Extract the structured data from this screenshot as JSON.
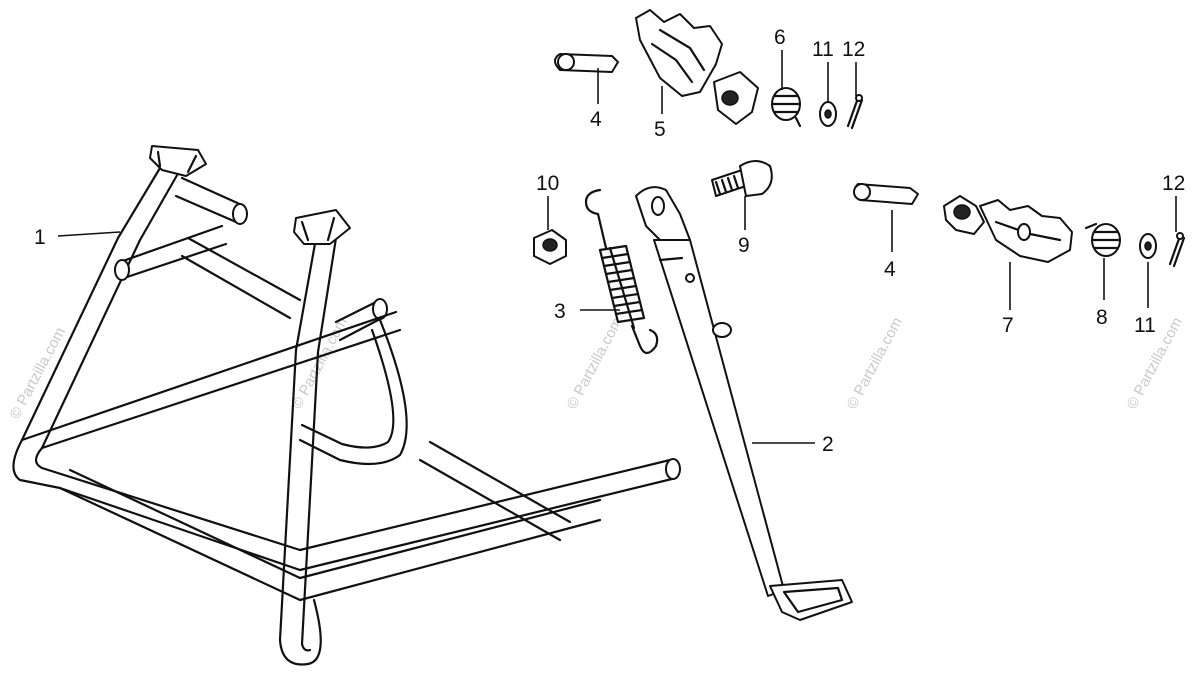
{
  "watermark": "© Partzilla.com",
  "callouts": {
    "c1": "1",
    "c2": "2",
    "c3": "3",
    "c4a": "4",
    "c4b": "4",
    "c5": "5",
    "c6": "6",
    "c7": "7",
    "c8": "8",
    "c9": "9",
    "c10": "10",
    "c11a": "11",
    "c11b": "11",
    "c12a": "12",
    "c12b": "12"
  },
  "parts": [
    {
      "ref": "1",
      "name": "main-stand"
    },
    {
      "ref": "2",
      "name": "side-stand"
    },
    {
      "ref": "3",
      "name": "stand-spring"
    },
    {
      "ref": "4",
      "name": "footpeg-pin"
    },
    {
      "ref": "5",
      "name": "right-footpeg"
    },
    {
      "ref": "6",
      "name": "footpeg-return-spring"
    },
    {
      "ref": "7",
      "name": "left-footpeg"
    },
    {
      "ref": "8",
      "name": "footpeg-return-spring"
    },
    {
      "ref": "9",
      "name": "pivot-bolt"
    },
    {
      "ref": "10",
      "name": "nut"
    },
    {
      "ref": "11",
      "name": "washer"
    },
    {
      "ref": "12",
      "name": "cotter-pin"
    }
  ]
}
